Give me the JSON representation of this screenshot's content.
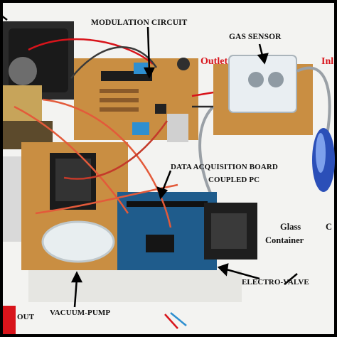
{
  "labels": {
    "modulation_circuit": "MODULATION CIRCUIT",
    "gas_sensor": "GAS SENSOR",
    "outlet": "Outlet",
    "inlet": "Inl",
    "data_acq_line1": "DATA ACQUISITION BOARD",
    "data_acq_line2": "COUPLED PC",
    "glass_line1": "Glass",
    "glass_line2": "Container",
    "edge_letter": "C",
    "electro_valve": "ELECTRO-VALVE",
    "vacuum_pump": "VACUUM-PUMP",
    "out": "OUT"
  },
  "colors": {
    "frame": "#000000",
    "background": "#f4f4f2",
    "pcb": "#c98e42",
    "arduino": "#1f5c8c",
    "accent_red": "#d8141b"
  }
}
